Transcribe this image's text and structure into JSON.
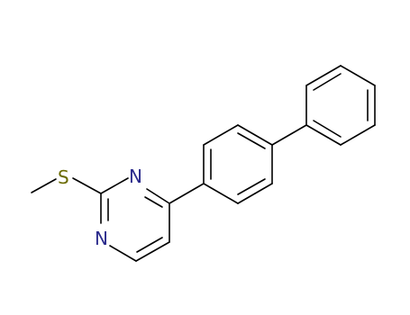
{
  "molecule": {
    "atoms": [
      {
        "id": "S",
        "symbol": "S",
        "color": "#6b6b00"
      },
      {
        "id": "N1",
        "symbol": "N",
        "color": "#2b2b8c"
      },
      {
        "id": "N3",
        "symbol": "N",
        "color": "#2b2b8c"
      }
    ],
    "bond_color": "#000000"
  }
}
